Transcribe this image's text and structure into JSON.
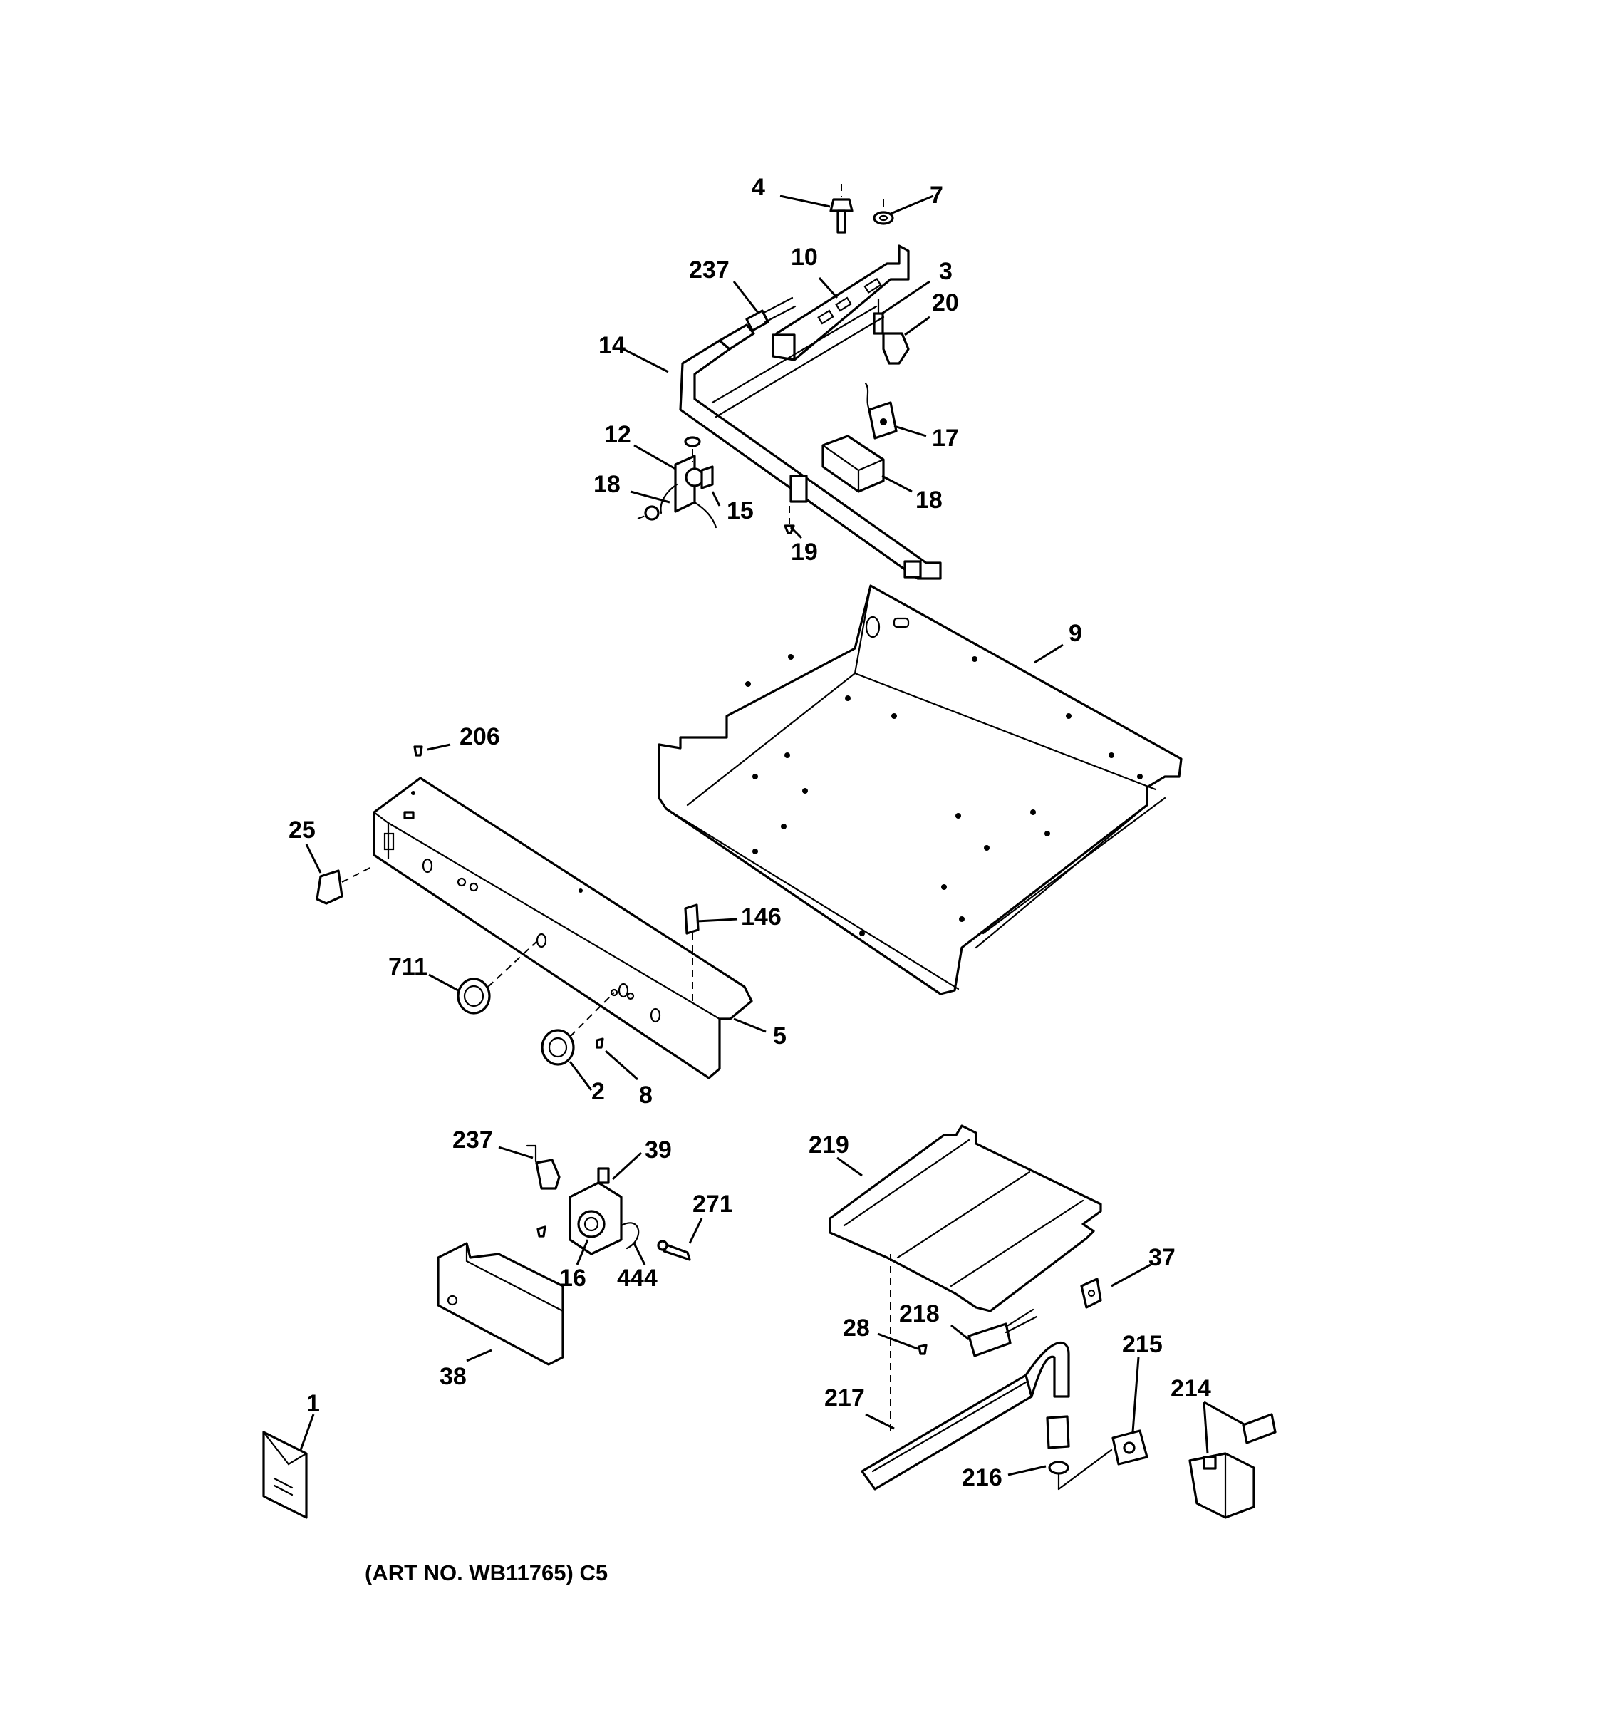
{
  "callouts": {
    "c4": "4",
    "c7": "7",
    "c237a": "237",
    "c10": "10",
    "c3": "3",
    "c20": "20",
    "c14": "14",
    "c17": "17",
    "c12": "12",
    "c18a": "18",
    "c15": "15",
    "c18b": "18",
    "c19": "19",
    "c9": "9",
    "c206": "206",
    "c25": "25",
    "c146": "146",
    "c711": "711",
    "c5": "5",
    "c2": "2",
    "c8": "8",
    "c237b": "237",
    "c39": "39",
    "c271": "271",
    "c16": "16",
    "c444": "444",
    "c38": "38",
    "c219": "219",
    "c37": "37",
    "c218": "218",
    "c28": "28",
    "c215": "215",
    "c217": "217",
    "c214": "214",
    "c216": "216",
    "c1": "1"
  },
  "caption": "(ART NO. WB11765) C5"
}
